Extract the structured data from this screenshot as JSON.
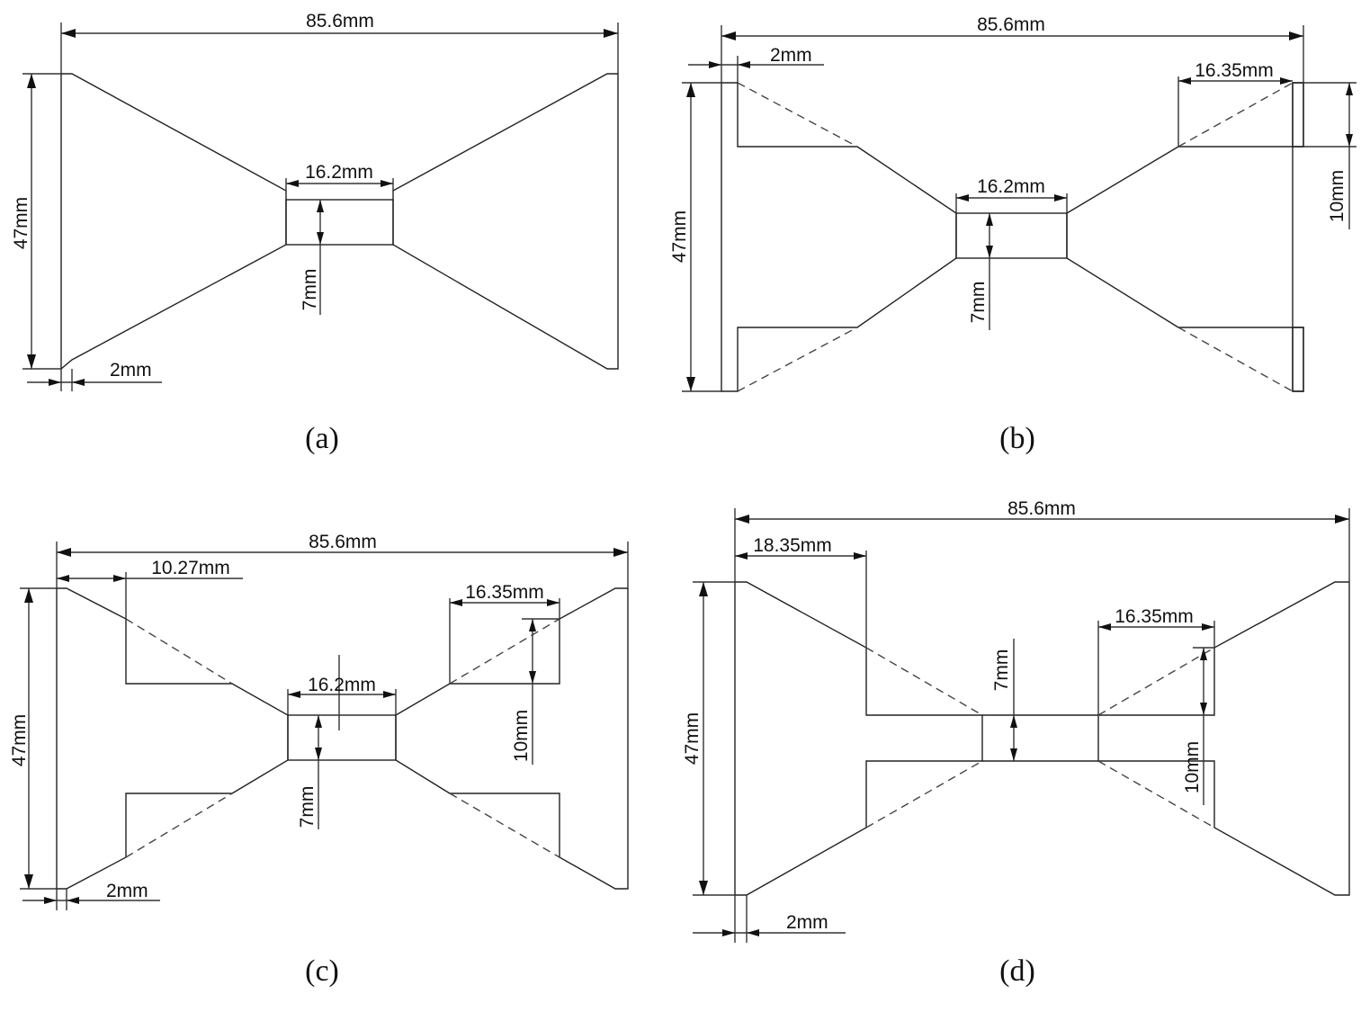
{
  "panels": [
    {
      "id": "a",
      "caption": "(a)",
      "labels": {
        "overall_width": "85.6mm",
        "height": "47mm",
        "neck_width": "16.2mm",
        "neck_height": "7mm",
        "edge": "2mm"
      }
    },
    {
      "id": "b",
      "caption": "(b)",
      "labels": {
        "overall_width": "85.6mm",
        "edge": "2mm",
        "pocket_width": "16.35mm",
        "height": "47mm",
        "neck_width": "16.2mm",
        "pocket_height": "10mm",
        "neck_height": "7mm"
      }
    },
    {
      "id": "c",
      "caption": "(c)",
      "labels": {
        "overall_width": "85.6mm",
        "left_pocket_width": "10.27mm",
        "pocket_width": "16.35mm",
        "neck_width": "16.2mm",
        "height": "47mm",
        "pocket_height": "10mm",
        "neck_height": "7mm",
        "edge": "2mm"
      }
    },
    {
      "id": "d",
      "caption": "(d)",
      "labels": {
        "overall_width": "85.6mm",
        "left_pocket_width": "18.35mm",
        "pocket_width": "16.35mm",
        "neck_height": "7mm",
        "height": "47mm",
        "pocket_height": "10mm",
        "edge": "2mm"
      }
    }
  ],
  "colors": {
    "line": "#222222",
    "hatch": "#444444",
    "background": "#ffffff"
  }
}
